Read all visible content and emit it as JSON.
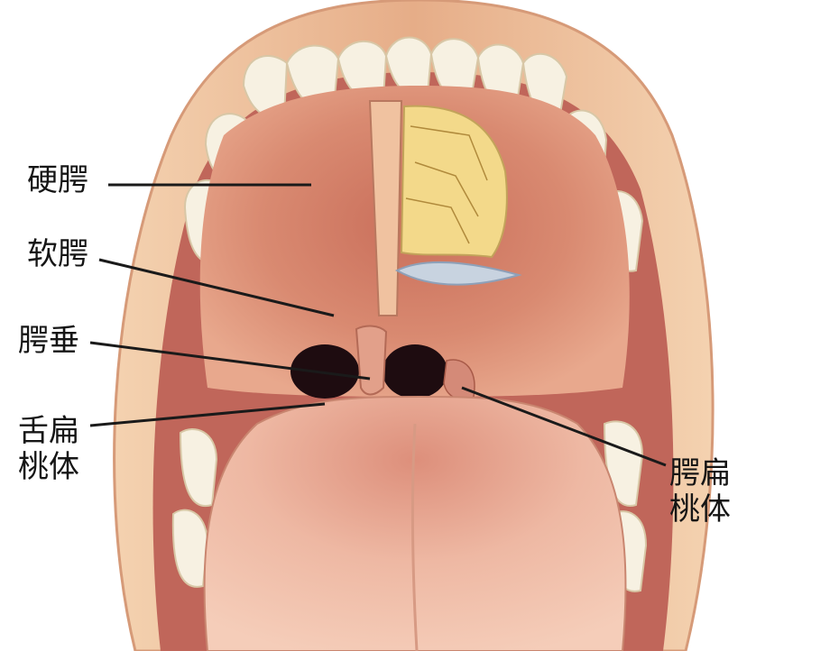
{
  "labels": {
    "hard_palate": "硬腭",
    "soft_palate": "软腭",
    "uvula": "腭垂",
    "lingual_tonsil_line1": "舌扁",
    "lingual_tonsil_line2": "桃体",
    "palatine_tonsil_line1": "腭扁",
    "palatine_tonsil_line2": "桃体"
  },
  "colors": {
    "background": "#ffffff",
    "lip": "#e9b489",
    "palate": "#d88a6f",
    "tongue": "#eab29a",
    "teeth": "#f7f1e2",
    "throat": "#1e0c10",
    "bone": "#f3d98a",
    "leader_line": "#1a1a1a"
  }
}
